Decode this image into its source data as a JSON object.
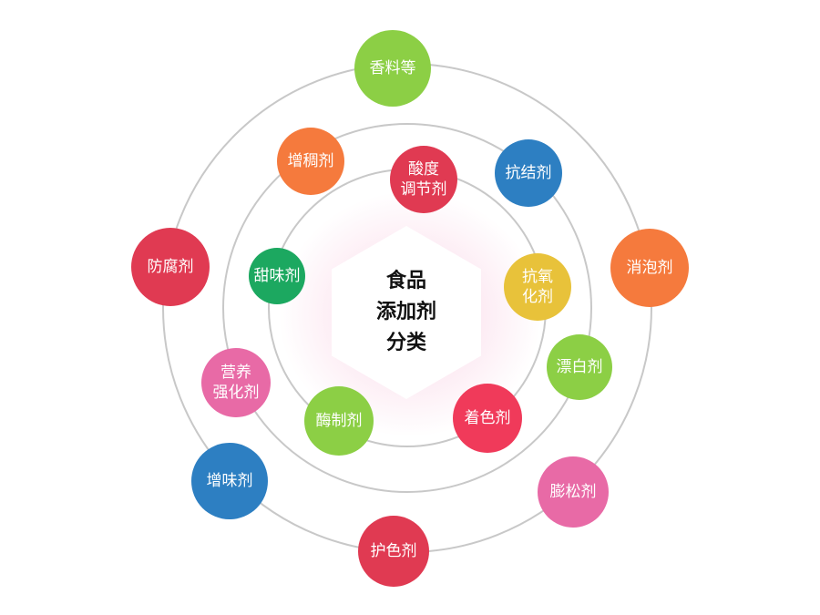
{
  "center": {
    "title": "食品\n添加剂\n分类"
  },
  "colors": {
    "ring": "#c8c8c8",
    "green": "#8ccf45",
    "orange": "#f57a3d",
    "red": "#e03a52",
    "blue": "#2d7fc2",
    "yellow": "#e8c23a",
    "pink": "#e86aa6",
    "dark_green": "#1ca860"
  },
  "items": [
    {
      "id": "xiangliao",
      "label": "香料等",
      "color": "#8ccf45"
    },
    {
      "id": "zengchou",
      "label": "增稠剂",
      "color": "#f57a3d"
    },
    {
      "id": "suandu",
      "label": "酸度\n调节剂",
      "color": "#e03a52"
    },
    {
      "id": "kangjie",
      "label": "抗结剂",
      "color": "#2d7fc2"
    },
    {
      "id": "xiaopao",
      "label": "消泡剂",
      "color": "#f57a3d"
    },
    {
      "id": "fangfu",
      "label": "防腐剂",
      "color": "#e03a52"
    },
    {
      "id": "tianwei",
      "label": "甜味剂",
      "color": "#1ca860"
    },
    {
      "id": "kangyang",
      "label": "抗氧\n化剂",
      "color": "#e8c23a"
    },
    {
      "id": "piaobai",
      "label": "漂白剂",
      "color": "#8ccf45"
    },
    {
      "id": "yingyang",
      "label": "营养\n强化剂",
      "color": "#e86aa6"
    },
    {
      "id": "meizhi",
      "label": "酶制剂",
      "color": "#8ccf45"
    },
    {
      "id": "zhuose",
      "label": "着色剂",
      "color": "#f03a5a"
    },
    {
      "id": "zengwei",
      "label": "增味剂",
      "color": "#2d7fc2"
    },
    {
      "id": "pengsong",
      "label": "膨松剂",
      "color": "#e86aa6"
    },
    {
      "id": "huse",
      "label": "护色剂",
      "color": "#e03a52"
    }
  ]
}
